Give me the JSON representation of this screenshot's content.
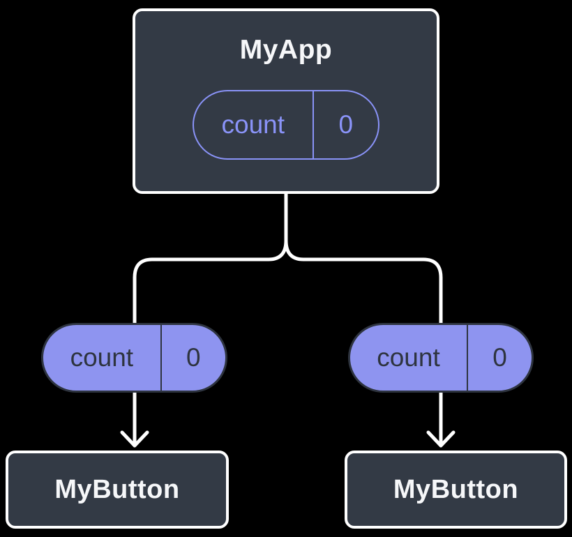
{
  "colors": {
    "background": "#000000",
    "box_fill": "#333A45",
    "box_border": "#FFFFFF",
    "box_text": "#F6F7F9",
    "connector": "#FFFFFF",
    "purple_line": "#8A93F8",
    "purple_fill": "#8E94F0",
    "pill_dark_text": "#2E343F",
    "pill_dark_border": "#2E343F"
  },
  "tree": {
    "root": {
      "title": "MyApp",
      "state": {
        "key": "count",
        "value": "0"
      }
    },
    "left": {
      "label": "MyButton",
      "state": {
        "key": "count",
        "value": "0"
      }
    },
    "right": {
      "label": "MyButton",
      "state": {
        "key": "count",
        "value": "0"
      }
    }
  }
}
